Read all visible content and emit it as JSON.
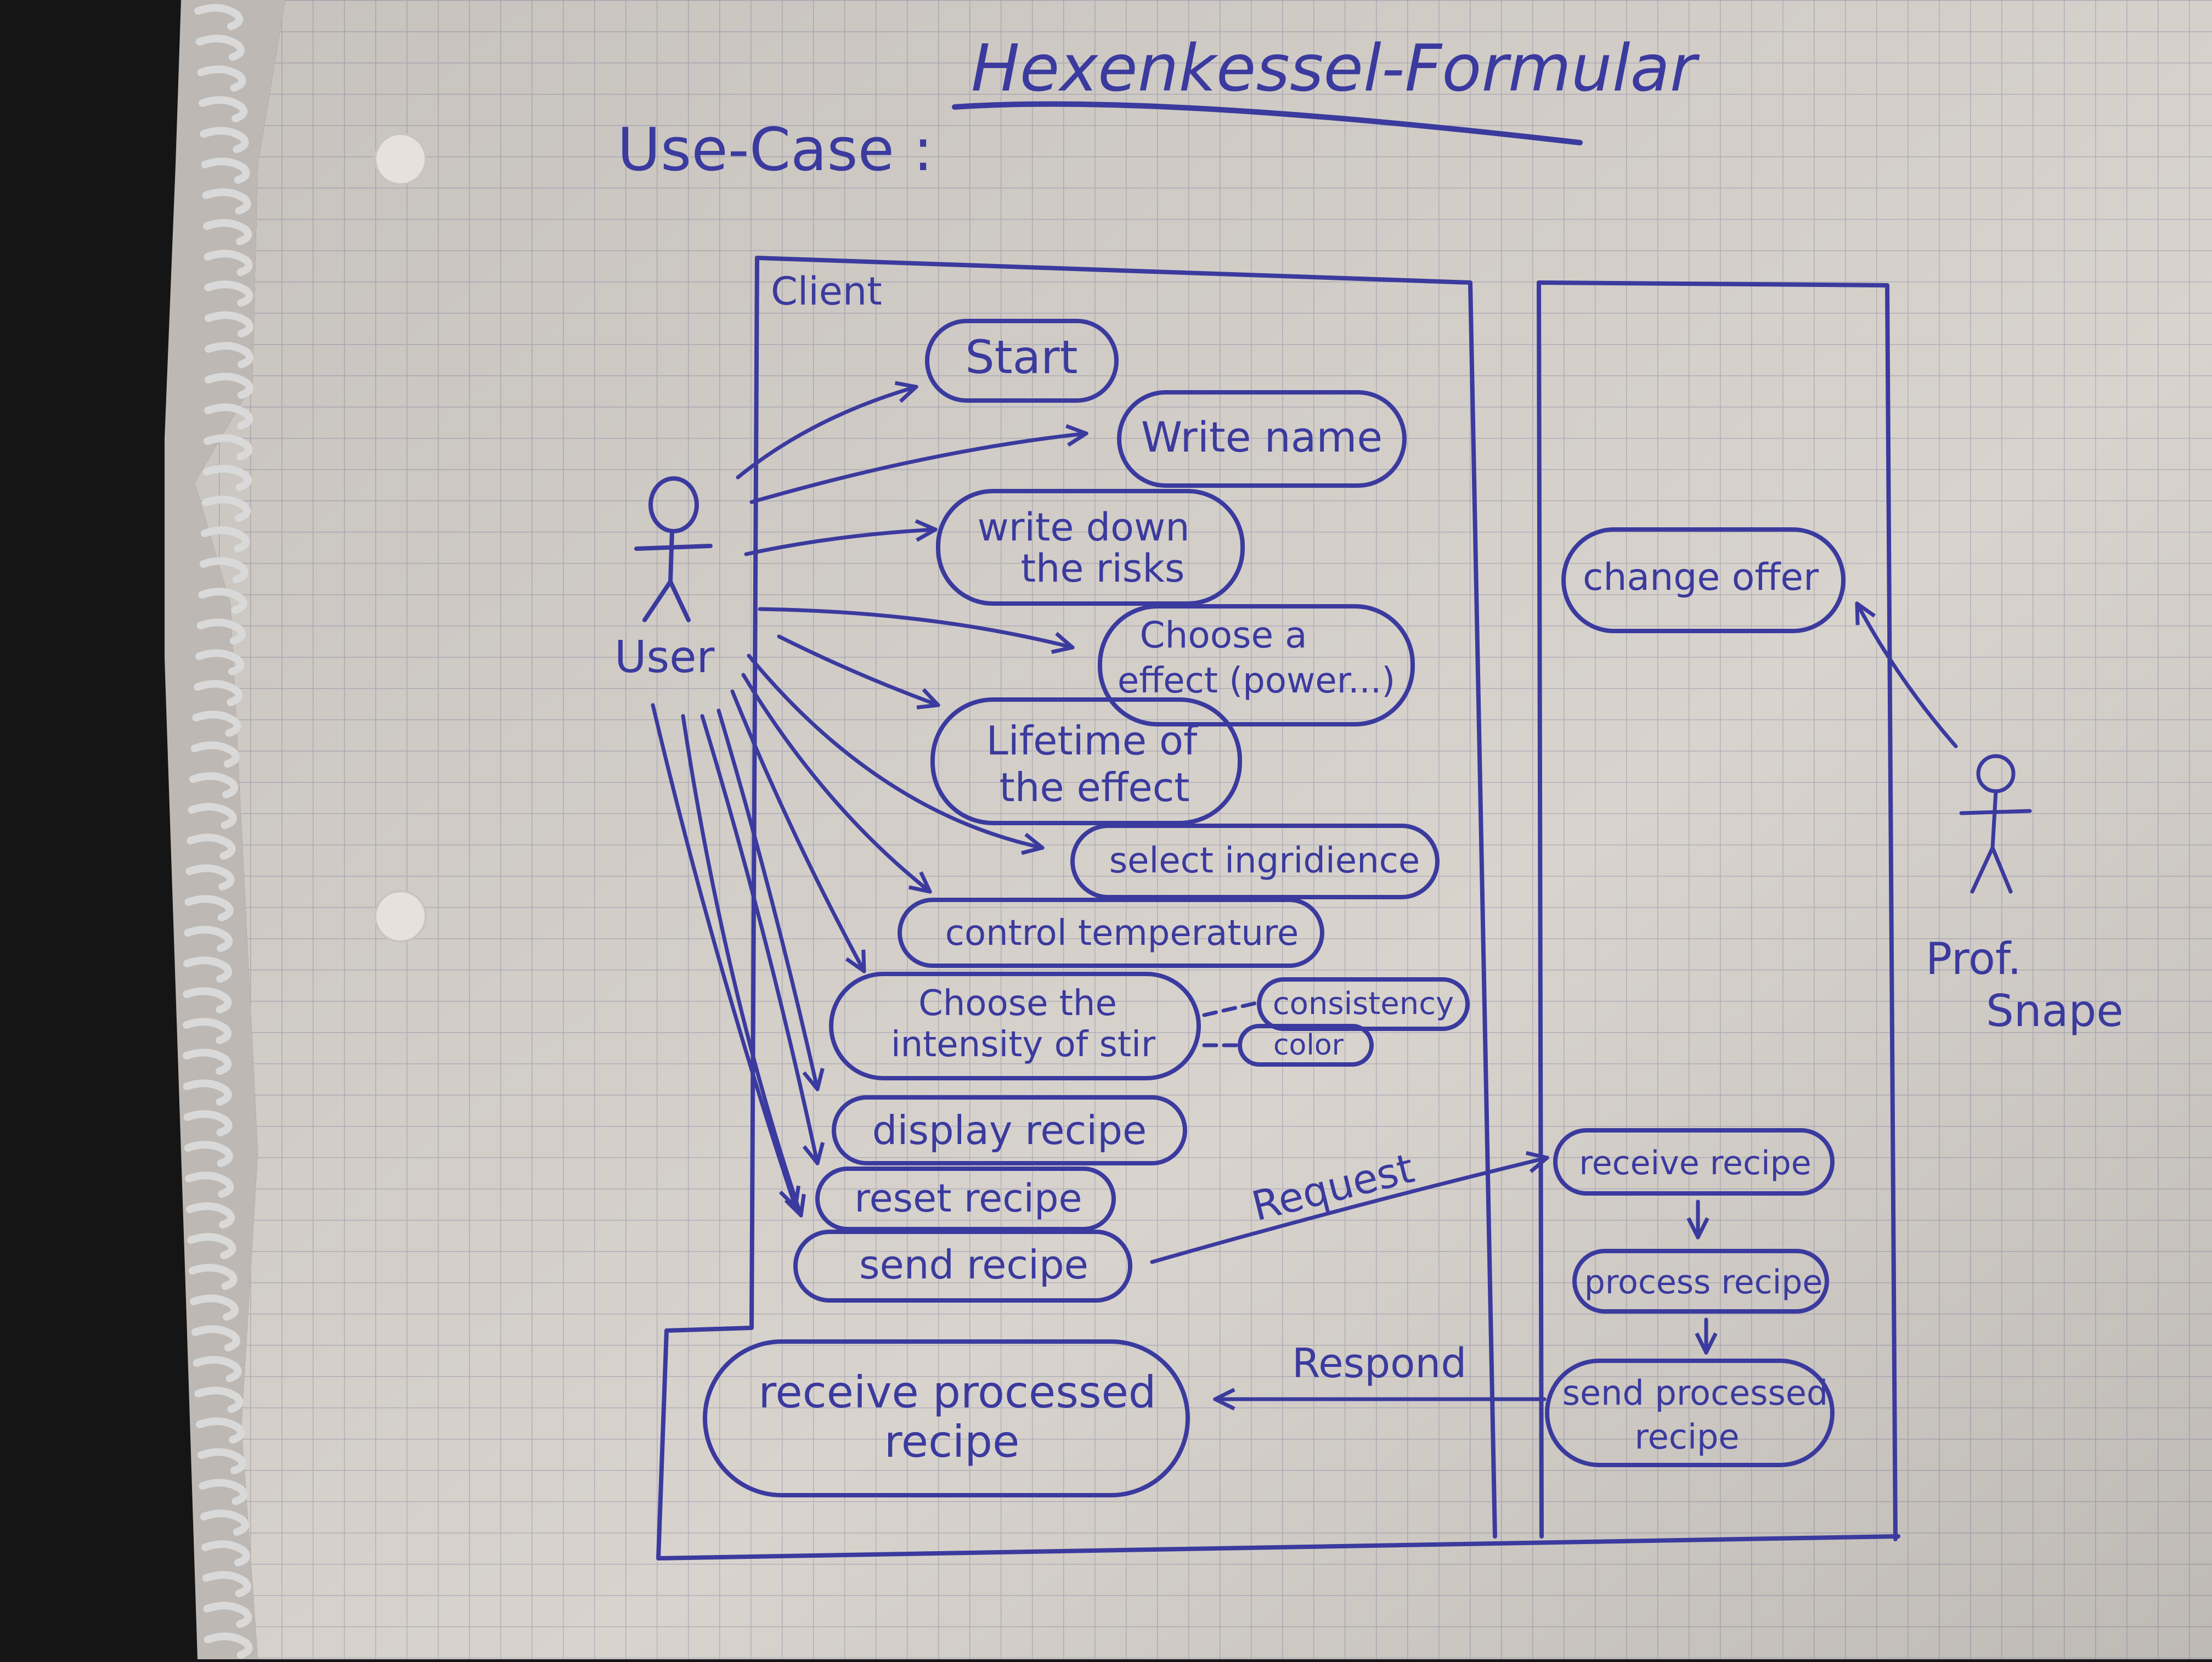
{
  "header": {
    "title": "Hexenkessel-Formular",
    "subtitle": "Use-Case :"
  },
  "client": {
    "label": "Client"
  },
  "actors": {
    "user": "User",
    "prof_line1": "Prof.",
    "prof_line2": "Snape"
  },
  "use_cases": {
    "start": "Start",
    "write_name": "Write name",
    "risks_line1": "write down",
    "risks_line2": "the risks",
    "effect_line1": "Choose a",
    "effect_line2": "effect (power...)",
    "lifetime_line1": "Lifetime of",
    "lifetime_line2": "the effect",
    "ingredients": "select ingridience",
    "temperature": "control temperature",
    "stir_line1": "Choose the",
    "stir_line2": "intensity of stir",
    "consistency": "consistency",
    "color": "color",
    "display": "display recipe",
    "reset": "reset recipe",
    "send": "send recipe",
    "receive_processed_line1": "receive processed",
    "receive_processed_line2": "recipe",
    "change_offer": "change offer",
    "receive_recipe": "receive recipe",
    "process_recipe": "process recipe",
    "send_processed_line1": "send processed",
    "send_processed_line2": "recipe"
  },
  "messages": {
    "request": "Request",
    "respond": "Respond"
  },
  "colors": {
    "ink": "#3b3a9e",
    "paper": "#d8d3cd",
    "grid": "#b4b1bb",
    "background": "#151515"
  }
}
